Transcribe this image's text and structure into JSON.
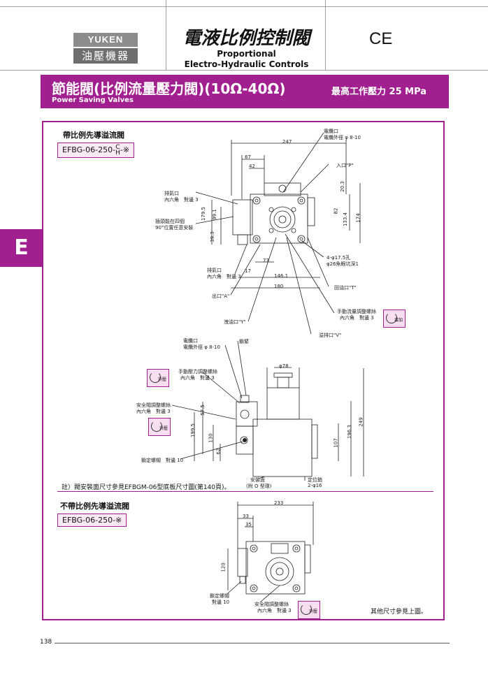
{
  "header": {
    "logo_top": "YUKEN",
    "logo_bottom": "油壓機器",
    "title_cn": "電液比例控制閥",
    "title_en_line1": "Proportional",
    "title_en_line2": "Electro-Hydraulic Controls",
    "ce_mark": "CE"
  },
  "banner": {
    "title": "節能閥(比例流量壓力閥)(10Ω-40Ω)",
    "subtitle": "Power Saving Valves",
    "pressure": "最高工作壓力 25 MPa",
    "color": "#a21f8f"
  },
  "side_tab": "E",
  "section1": {
    "title": "帶比例先導溢流閥",
    "model": "EFBG-06-250-",
    "model_suffix_top": "C",
    "model_suffix_bottom": "H",
    "model_mark": "-※",
    "top_view": {
      "labels": {
        "solenoid_port": "電纜口",
        "solenoid_dia": "電纜外徑 φ 8-10",
        "inlet": "入口\"P\"",
        "vent1": "排氣口",
        "vent1_hex": "內六角　對邊 3",
        "rotate": "插頭能在四個",
        "rotate2": "90°位置任意安裝",
        "vent2": "排氣口",
        "vent2_hex": "內六角　對邊 3",
        "outlet": "出口\"A\"",
        "holes": "4-φ17.5孔",
        "counterbore": "φ26魚眼坑深1",
        "return": "回油口\"T\"",
        "manual": "手動流量調整螺絲",
        "manual_hex": "內六角　對邊 3",
        "pilot": "洩油口\"Y\"",
        "drain": "溢排口\"V\""
      },
      "dims": [
        "247",
        "67",
        "42",
        "20.3",
        "82",
        "133.4",
        "174",
        "179.5",
        "99.1",
        "39.3",
        "73",
        "17",
        "146.1",
        "180"
      ],
      "button": "增加"
    },
    "front_view": {
      "labels": {
        "solenoid_port": "電纜口",
        "solenoid_dia": "電纜外徑 φ 8-10",
        "lock": "鎖緊",
        "manual_press": "手動壓力調整螺絲",
        "manual_press_hex": "內六角　對邊 3",
        "safety": "安全閥調整螺絲",
        "safety_hex": "內六角　對邊 3",
        "lock_nut": "鎖定螺帽　對邊 10",
        "mount": "安裝面",
        "mount_o": "(附 O 型環)",
        "locate": "定位銷",
        "locate_dia": "2-φ16"
      },
      "dims": [
        "φ78",
        "57.5",
        "199.5",
        "130",
        "62",
        "107",
        "196.3",
        "249"
      ],
      "button_upper": "升壓",
      "button_lower": "升壓"
    },
    "note": "註）閥安裝面尺寸參見EFBGM-06型底板尺寸圖(第140頁)。"
  },
  "section2": {
    "title": "不帶比例先導溢流閥",
    "model": "EFBG-06-250-※",
    "dims": [
      "233",
      "33",
      "35",
      "120"
    ],
    "labels": {
      "lock_nut": "鎖定螺帽",
      "lock_nut2": "對邊 10",
      "safety": "安全閥調整螺絲",
      "safety_hex": "內六角　對邊 3"
    },
    "button": "升壓",
    "note": "其他尺寸參見上圖。"
  },
  "footer": {
    "page_number": "138"
  }
}
